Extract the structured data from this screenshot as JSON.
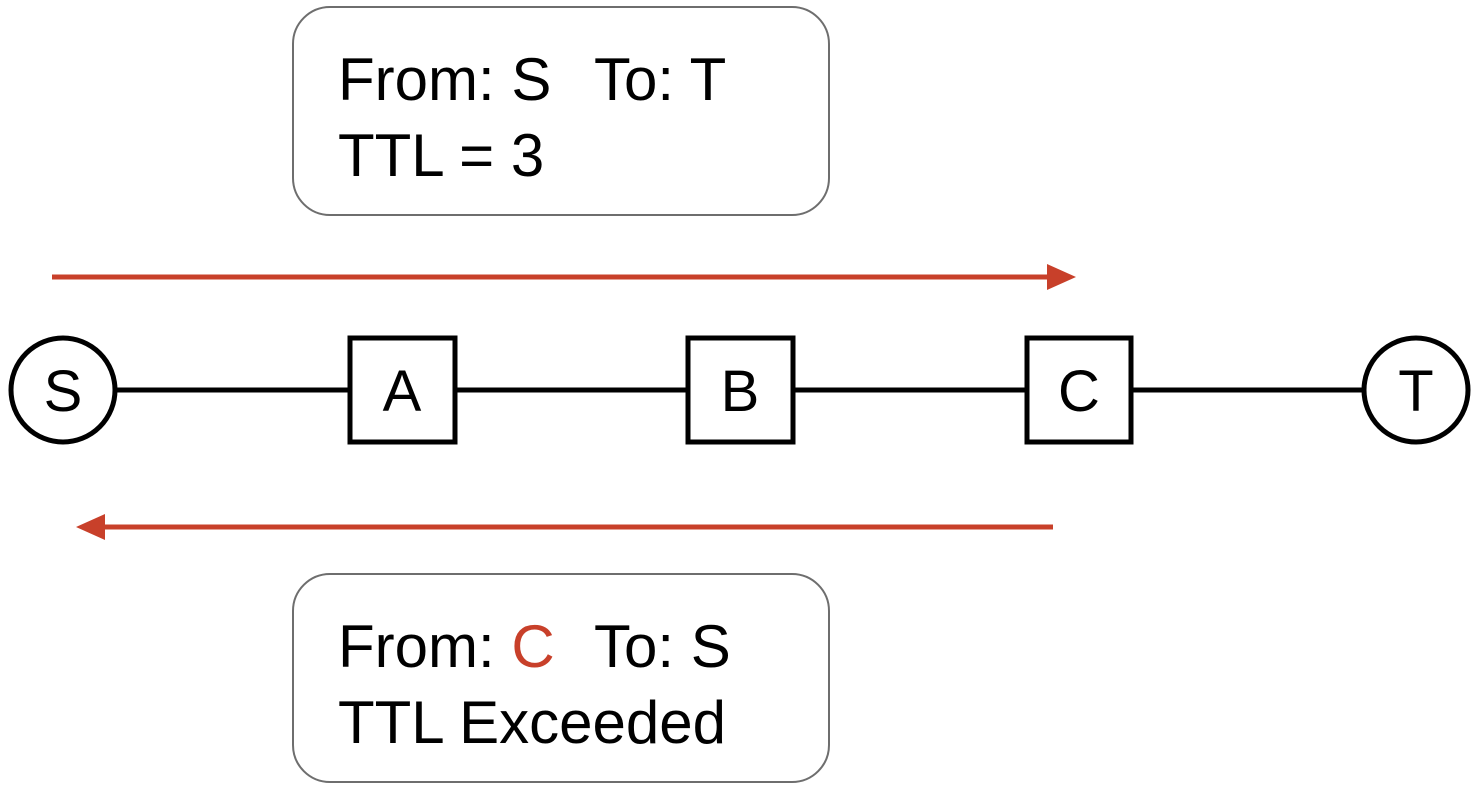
{
  "top_message": {
    "from_label": "From: S",
    "to_label": "To: T",
    "ttl_line": "TTL = 3"
  },
  "bottom_message": {
    "from_prefix": "From: ",
    "from_node": "C",
    "to_label": "To: S",
    "status_line": "TTL Exceeded"
  },
  "nodes": {
    "source": "S",
    "router_a": "A",
    "router_b": "B",
    "router_c": "C",
    "target": "T"
  },
  "colors": {
    "arrow": "#c8402a",
    "highlight": "#c8402a",
    "box_border": "#6e6e6e",
    "line": "#000000"
  }
}
